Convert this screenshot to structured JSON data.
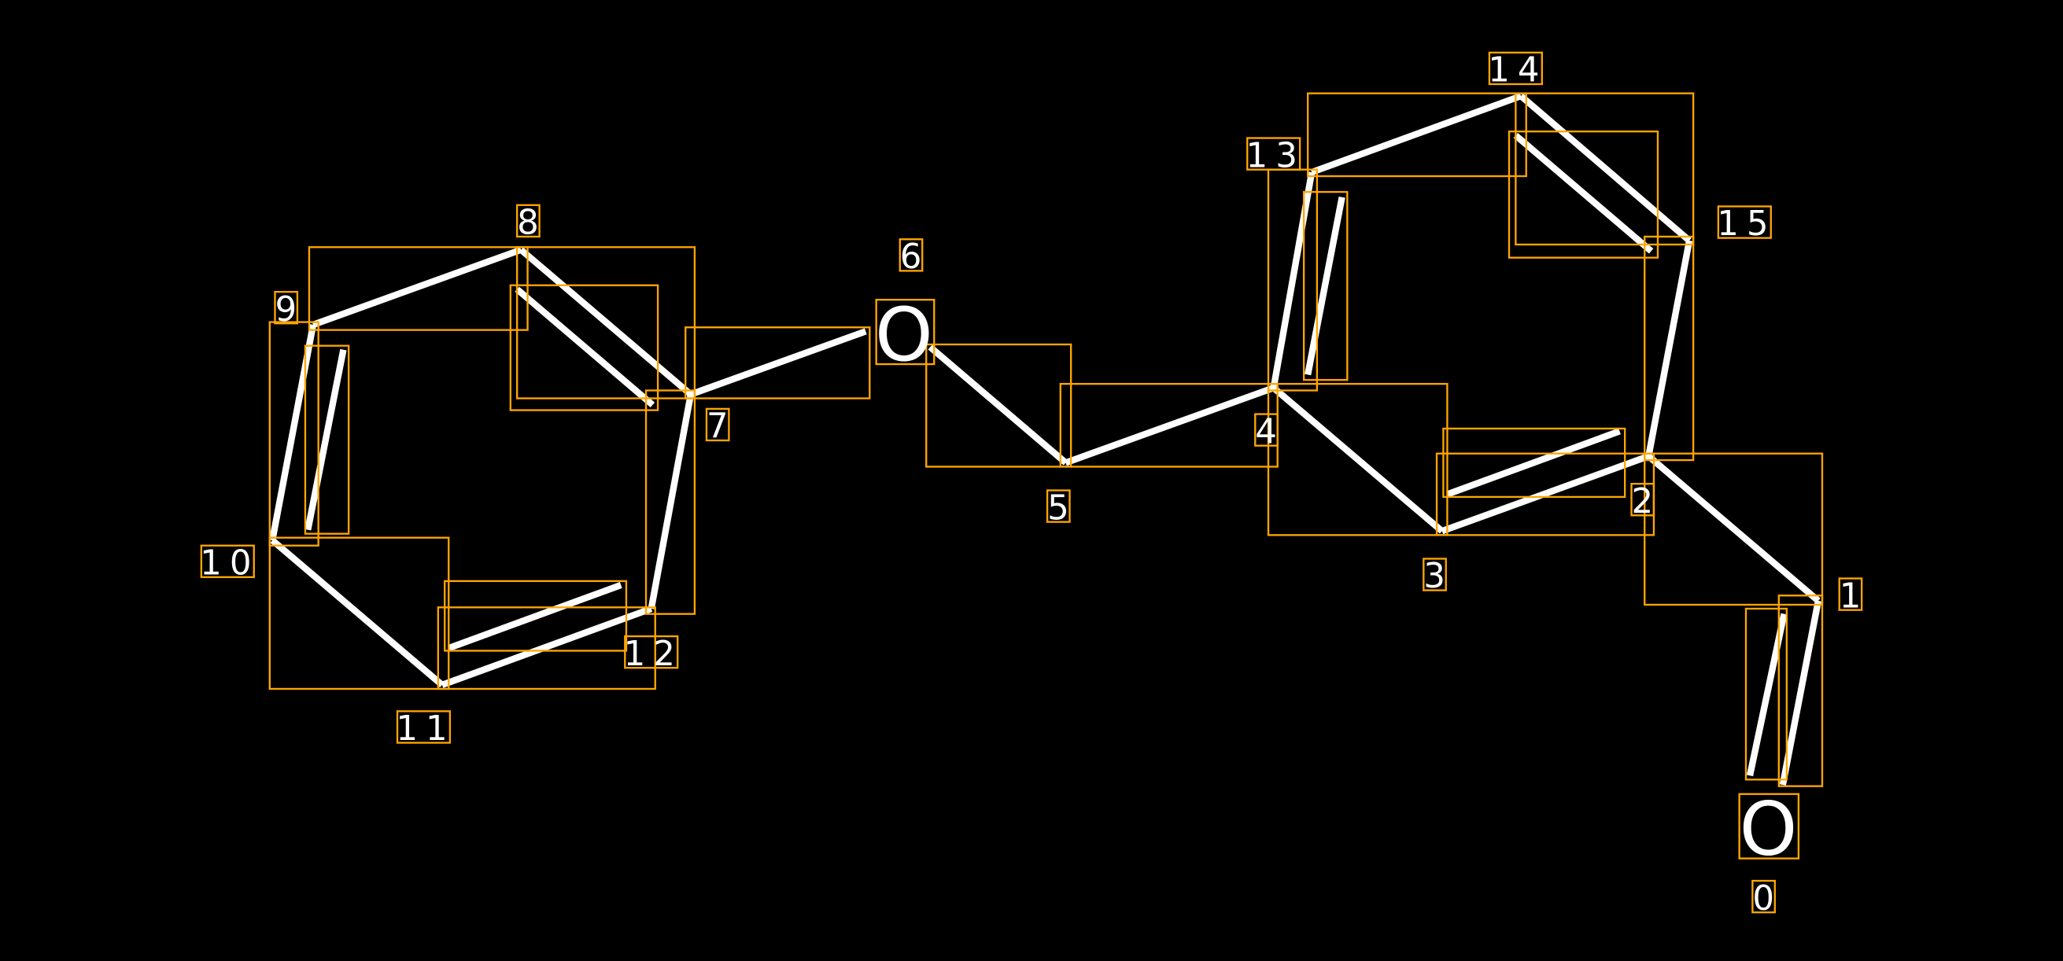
{
  "diagram": {
    "type": "molecule-annotation",
    "atoms": [
      {
        "index": "0",
        "symbol": "O"
      },
      {
        "index": "1",
        "symbol": "C"
      },
      {
        "index": "2",
        "symbol": "C"
      },
      {
        "index": "3",
        "symbol": "C"
      },
      {
        "index": "4",
        "symbol": "C"
      },
      {
        "index": "5",
        "symbol": "C"
      },
      {
        "index": "6",
        "symbol": "O"
      },
      {
        "index": "7",
        "symbol": "C"
      },
      {
        "index": "8",
        "symbol": "C"
      },
      {
        "index": "9",
        "symbol": "C"
      },
      {
        "index": "10",
        "symbol": "C"
      },
      {
        "index": "11",
        "symbol": "C"
      },
      {
        "index": "12",
        "symbol": "C"
      },
      {
        "index": "13",
        "symbol": "C"
      },
      {
        "index": "14",
        "symbol": "C"
      },
      {
        "index": "15",
        "symbol": "C"
      }
    ],
    "colors": {
      "background": "#000000",
      "bond": "#ffffff",
      "box": "#ffa500"
    }
  }
}
